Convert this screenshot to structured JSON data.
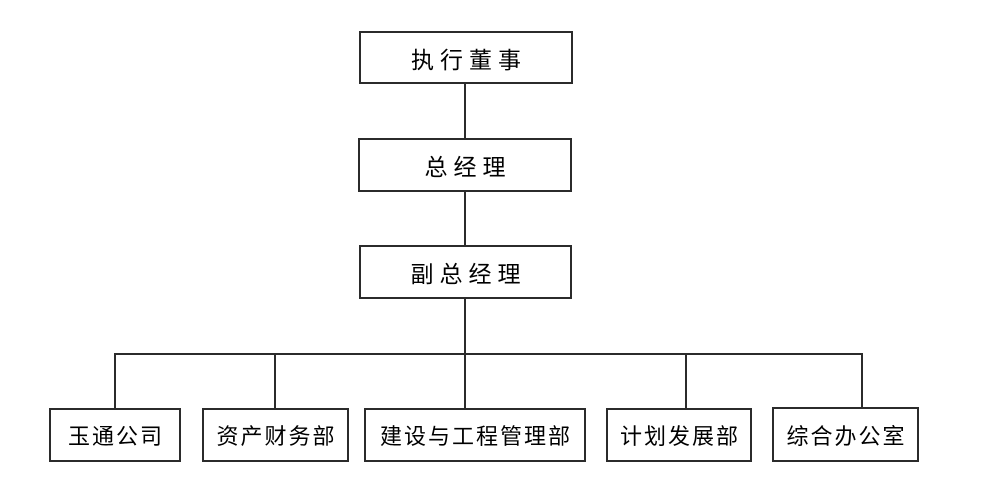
{
  "diagram": {
    "type": "org-chart",
    "background_color": "#ffffff",
    "line_color": "#2b2b2b",
    "box_border_color": "#2b2b2b",
    "box_fill_color": "#ffffff",
    "text_color": "#000000",
    "nodes": [
      {
        "id": "executive-director",
        "label": "执行董事",
        "level": 1
      },
      {
        "id": "general-manager",
        "label": "总经理",
        "level": 2
      },
      {
        "id": "deputy-general-manager",
        "label": "副总经理",
        "level": 3
      },
      {
        "id": "yutong-company",
        "label": "玉通公司",
        "level": 4
      },
      {
        "id": "asset-finance-dept",
        "label": "资产财务部",
        "level": 4
      },
      {
        "id": "construction-engineering-management-dept",
        "label": "建设与工程管理部",
        "level": 4
      },
      {
        "id": "planning-development-dept",
        "label": "计划发展部",
        "level": 4
      },
      {
        "id": "general-office",
        "label": "综合办公室",
        "level": 4
      }
    ],
    "edges": [
      {
        "from": "executive-director",
        "to": "general-manager"
      },
      {
        "from": "general-manager",
        "to": "deputy-general-manager"
      },
      {
        "from": "deputy-general-manager",
        "to": "yutong-company"
      },
      {
        "from": "deputy-general-manager",
        "to": "asset-finance-dept"
      },
      {
        "from": "deputy-general-manager",
        "to": "construction-engineering-management-dept"
      },
      {
        "from": "deputy-general-manager",
        "to": "planning-development-dept"
      },
      {
        "from": "deputy-general-manager",
        "to": "general-office"
      }
    ]
  }
}
